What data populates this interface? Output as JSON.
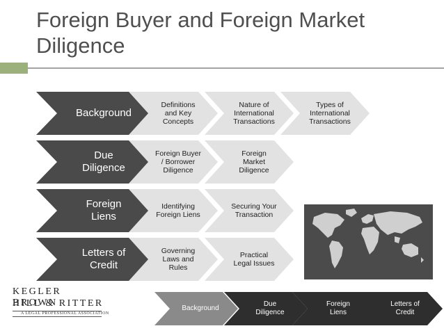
{
  "title": "Foreign Buyer and Foreign Market Diligence",
  "colors": {
    "main_chevron": "#4a4a4a",
    "sub_chevron": "#e2e2e2",
    "nav_active": "#8a8a8a",
    "nav_inactive": "#2e2e2e",
    "accent": "#9bb07a"
  },
  "rows": [
    {
      "label": "Background",
      "items": [
        "Definitions\nand Key\nConcepts",
        "Nature of\nInternational\nTransactions",
        "Types of\nInternational\nTransactions"
      ]
    },
    {
      "label": "Due\nDiligence",
      "items": [
        "Foreign Buyer\n/ Borrower\nDiligence",
        "Foreign\nMarket\nDiligence"
      ]
    },
    {
      "label": "Foreign\nLiens",
      "items": [
        "Identifying\nForeign Liens",
        "Securing Your\nTransaction"
      ]
    },
    {
      "label": "Letters of\nCredit",
      "items": [
        "Governing\nLaws and\nRules",
        "Practical\nLegal Issues"
      ]
    }
  ],
  "nav": [
    {
      "label": "Background",
      "active": true
    },
    {
      "label": "Due\nDiligence",
      "active": false
    },
    {
      "label": "Foreign\nLiens",
      "active": false
    },
    {
      "label": "Letters of\nCredit",
      "active": false
    }
  ],
  "logo": {
    "line1": "KEGLER BROWN",
    "line2": "HILL & RITTER",
    "tagline": "A LEGAL PROFESSIONAL ASSOCIATION"
  },
  "map_icon": "world-map-icon"
}
